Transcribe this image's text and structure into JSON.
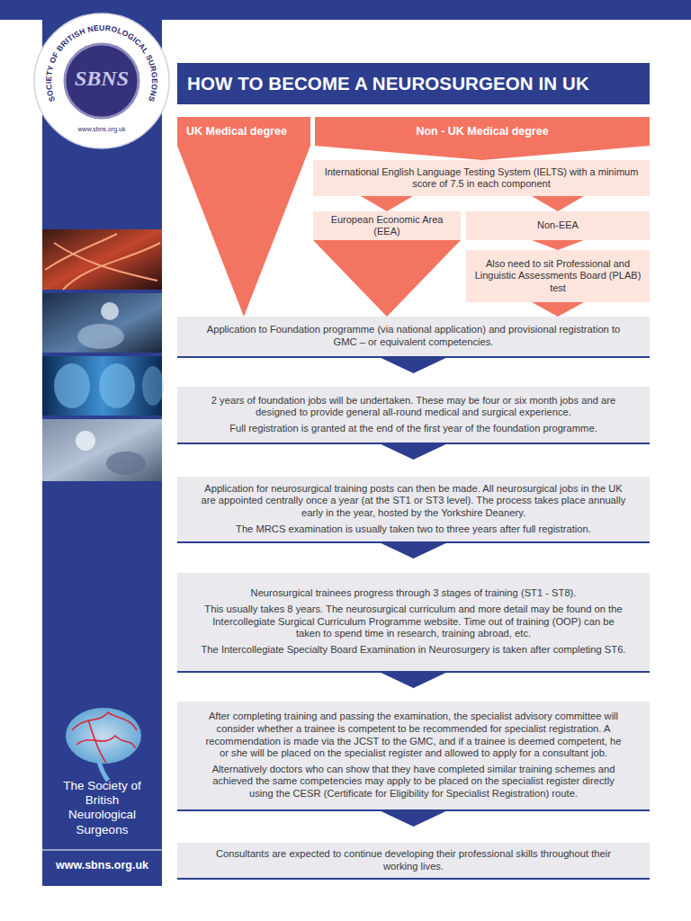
{
  "diagram": {
    "title": "HOW TO BECOME A NEUROSURGEON IN UK",
    "nodes": [
      {
        "text": [
          "UK Medical degree"
        ]
      },
      {
        "text": [
          "Non - UK Medical degree"
        ]
      },
      {
        "text": [
          "International English Language Testing System (IELTS) with a minimum score of 7.5 in each component"
        ]
      },
      {
        "text": [
          "European Economic Area (EEA)"
        ]
      },
      {
        "text": [
          "Non-EEA"
        ]
      },
      {
        "text": [
          "Also need to sit Professional and Linguistic Assessments Board (PLAB) test"
        ]
      },
      {
        "text": [
          "Application to Foundation programme (via national application) and provisional registration to GMC – or equivalent competencies."
        ]
      },
      {
        "text": [
          "2 years of foundation jobs will be undertaken. These may be four or six month jobs and are designed to provide general all-round medical and surgical experience.",
          "Full registration is granted at the end of the first year of the foundation programme."
        ]
      },
      {
        "text": [
          "Application for neurosurgical training posts can then be made. All neurosurgical jobs in the UK are appointed centrally once a year (at the ST1 or ST3 level). The process takes place annually early in the year, hosted by the Yorkshire Deanery.",
          "The MRCS examination is usually taken two to three years after full registration."
        ]
      },
      {
        "text": [
          "Neurosurgical trainees progress through 3 stages of training (ST1 - ST8).",
          "This usually takes 8 years. The neurosurgical curriculum and more detail may be found on the Intercollegiate Surgical Curriculum Programme website. Time out of training (OOP) can be taken to spend time in research, training abroad, etc.",
          "The Intercollegiate Specialty Board Examination in Neurosurgery is taken after completing ST6."
        ]
      },
      {
        "text": [
          "After completing training and passing the examination, the specialist advisory committee will consider whether a trainee is competent to be recommended for specialist registration. A recommendation is made via the JCST to the GMC, and if a trainee is deemed competent, he or she will be placed on the specialist register and allowed to apply for a consultant job.",
          "Alternatively doctors who can show that they have completed similar training schemes and achieved the same competencies may apply to be placed on the specialist register directly using the CESR (Certificate for Eligibility for Specialist Registration) route."
        ]
      },
      {
        "text": [
          "Consultants are expected to continue developing their professional skills throughout their working lives."
        ]
      }
    ],
    "edges": [
      {
        "from": 0,
        "to": 6,
        "arrow": "to"
      },
      {
        "from": 1,
        "to": 2,
        "arrow": "to"
      },
      {
        "from": 2,
        "to": 3,
        "arrow": "to"
      },
      {
        "from": 2,
        "to": 4,
        "arrow": "to"
      },
      {
        "from": 3,
        "to": 6,
        "arrow": "to"
      },
      {
        "from": 4,
        "to": 5,
        "arrow": "to"
      },
      {
        "from": 5,
        "to": 6,
        "arrow": "to"
      },
      {
        "from": 6,
        "to": 7,
        "arrow": "to"
      },
      {
        "from": 7,
        "to": 8,
        "arrow": "to"
      },
      {
        "from": 8,
        "to": 9,
        "arrow": "to"
      },
      {
        "from": 9,
        "to": 10,
        "arrow": "to"
      },
      {
        "from": 10,
        "to": 11,
        "arrow": "to"
      }
    ],
    "labels": [
      "SOCIETY OF BRITISH NEUROLOGICAL SURGEONS",
      "SBNS",
      "www.sbns.org.uk",
      "The Society of British Neurological Surgeons",
      "www.sbns.org.uk"
    ]
  }
}
